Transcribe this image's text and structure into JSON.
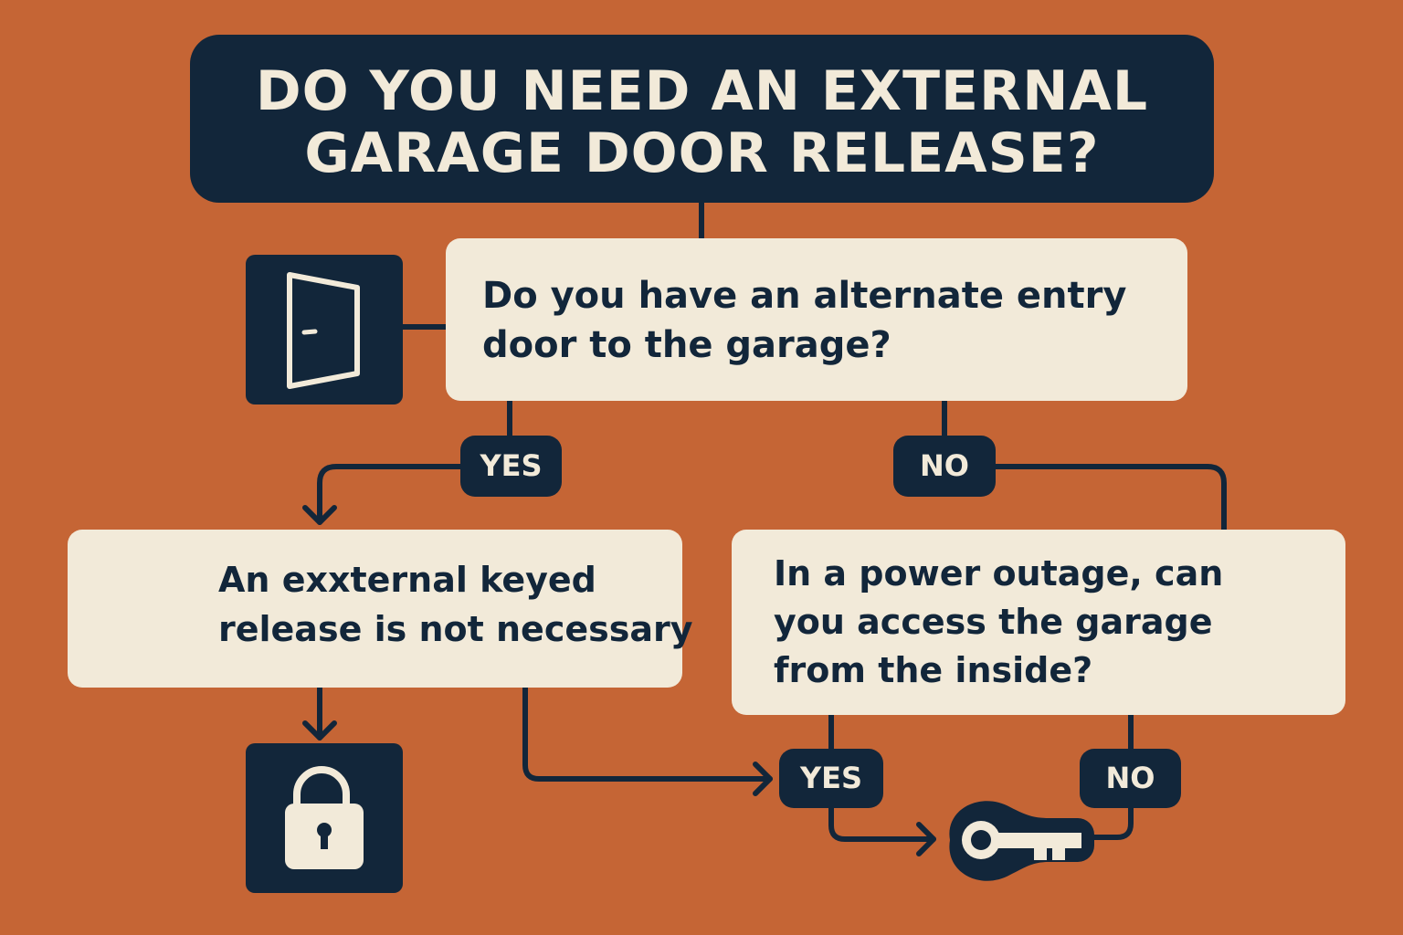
{
  "title": {
    "line1": "DO YOU NEED AN EXTERNAL",
    "line2": "GARAGE DOOR RELEASE?"
  },
  "question1": {
    "line1": "Do you have an alternate entry",
    "line2": "door to the garage?"
  },
  "result_not_necessary": {
    "line1": "An exxternal keyed",
    "line2": "release is not necessary"
  },
  "question2": {
    "line1": "In a power outage, can",
    "line2": "you access the garage",
    "line3": "from the inside?"
  },
  "labels": {
    "q1_yes": "YES",
    "q1_no": "NO",
    "q2_yes": "YES",
    "q2_no": "NO"
  },
  "icons": {
    "door": "door-icon",
    "padlock": "padlock-icon",
    "key": "key-icon"
  },
  "colors": {
    "background": "#c56535",
    "navy": "#12263a",
    "cream": "#f2ead9"
  }
}
